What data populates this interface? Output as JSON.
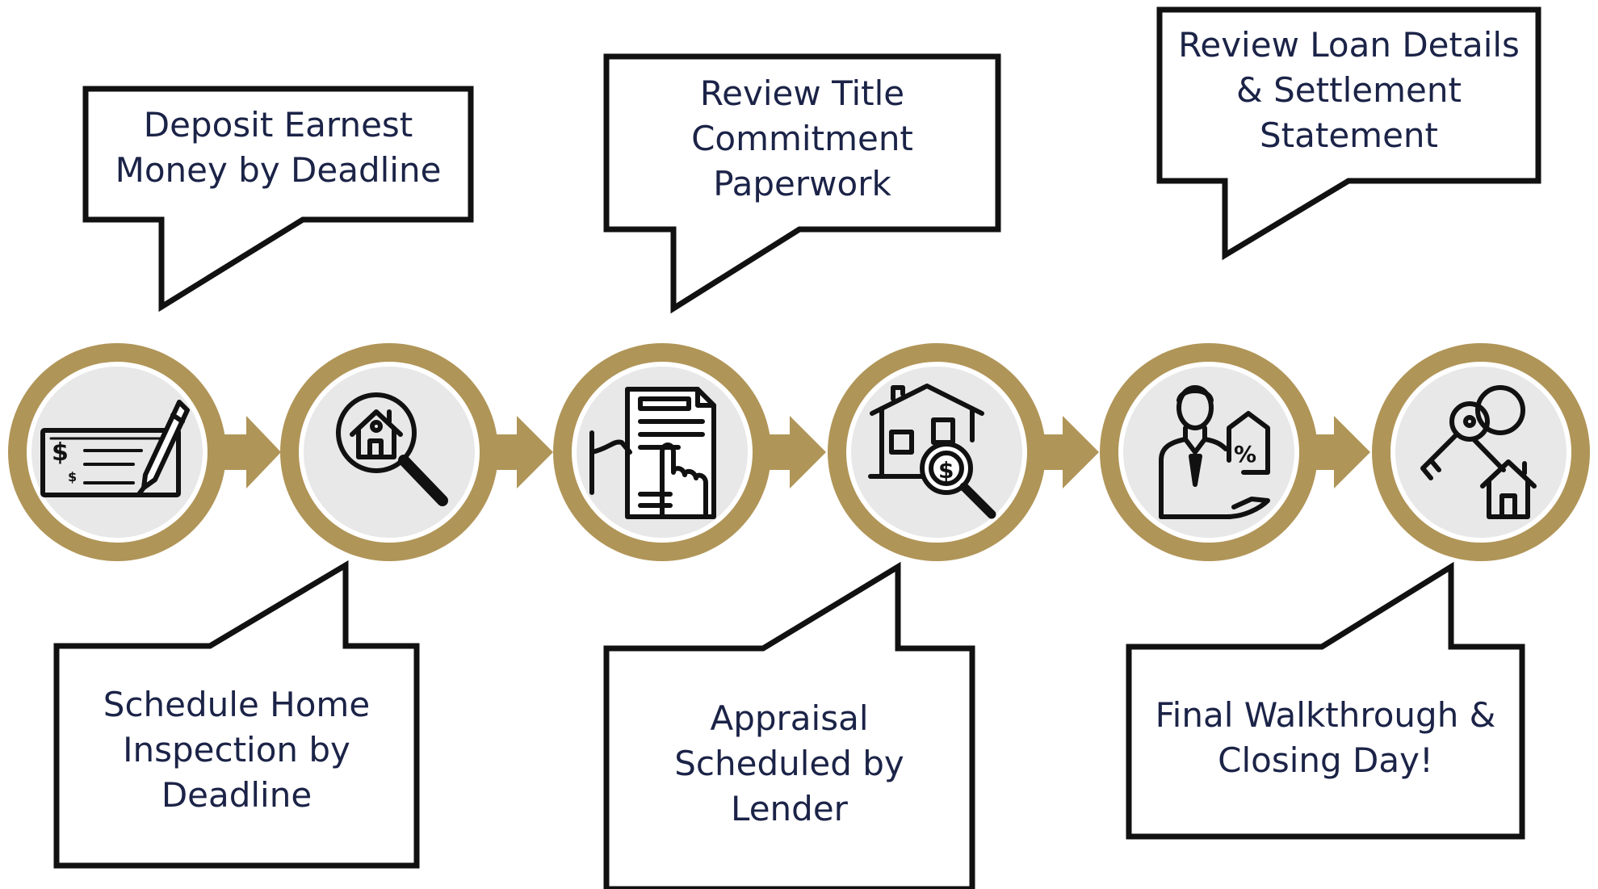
{
  "colors": {
    "gold": "#b09558",
    "circle_fill": "#e8e8e8",
    "circle_inner_ring": "#ffffff",
    "text": "#1b2347",
    "outline": "#111111"
  },
  "steps": [
    {
      "id": "earnest-money",
      "icon": "check-signing-icon"
    },
    {
      "id": "home-inspection",
      "icon": "house-magnifier-icon"
    },
    {
      "id": "title-commitment",
      "icon": "document-touch-icon"
    },
    {
      "id": "appraisal",
      "icon": "house-dollar-search-icon"
    },
    {
      "id": "loan-review",
      "icon": "loan-officer-percent-icon"
    },
    {
      "id": "closing",
      "icon": "house-keys-icon"
    }
  ],
  "callouts": {
    "deposit": {
      "lines": [
        "Deposit Earnest",
        "Money by Deadline"
      ]
    },
    "inspection": {
      "lines": [
        "Schedule Home",
        "Inspection by",
        "Deadline"
      ]
    },
    "title": {
      "lines": [
        "Review Title",
        "Commitment",
        "Paperwork"
      ]
    },
    "appraisal": {
      "lines": [
        "Appraisal",
        "Scheduled by",
        "Lender"
      ]
    },
    "loan": {
      "lines": [
        "Review Loan Details",
        "& Settlement",
        "Statement"
      ]
    },
    "closing": {
      "lines": [
        "Final Walkthrough &",
        "Closing Day!"
      ]
    }
  }
}
